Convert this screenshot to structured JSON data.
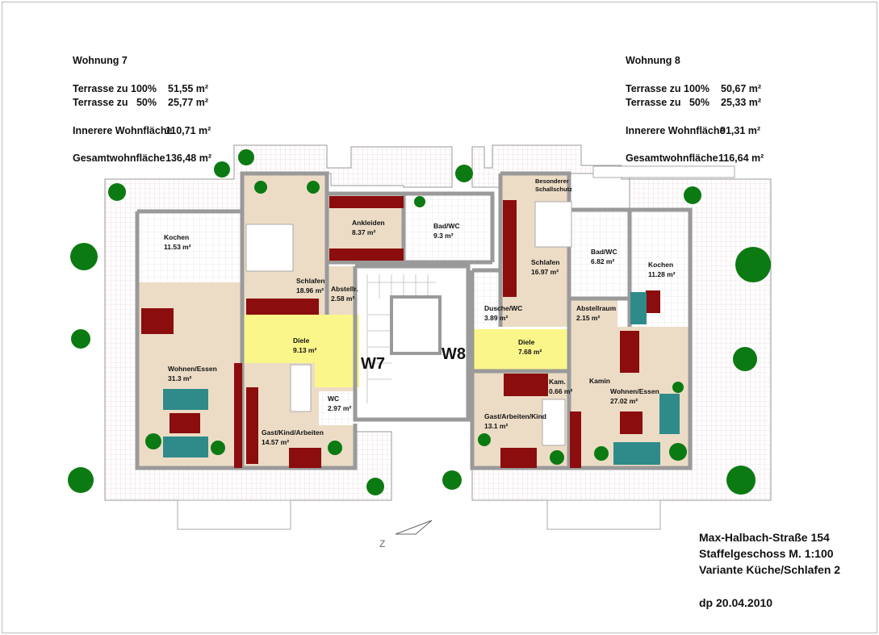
{
  "w7": {
    "title": "Wohnung 7",
    "terrace_100_label": "Terrasse zu 100%",
    "terrace_100_value": "51,55 m²",
    "terrace_50_label": "Terrasse zu   50%",
    "terrace_50_value": "25,77 m²",
    "inner_label": "Innerere Wohnfläche",
    "inner_value": "110,71 m²",
    "total_label": "Gesamtwohnfläche",
    "total_value": "136,48 m²",
    "marker": "W7",
    "rooms": [
      {
        "name": "Kochen",
        "area": "11.53 m²"
      },
      {
        "name": "Schlafen",
        "area": "18.96 m²"
      },
      {
        "name": "Ankleiden",
        "area": "8.37 m²"
      },
      {
        "name": "Bad/WC",
        "area": "9.3 m²"
      },
      {
        "name": "Abstellr.",
        "area": "2.58 m²"
      },
      {
        "name": "Diele",
        "area": "9.13 m²"
      },
      {
        "name": "Wohnen/Essen",
        "area": "31.3 m²"
      },
      {
        "name": "WC",
        "area": "2.97 m²"
      },
      {
        "name": "Gast/Kind/Arbeiten",
        "area": "14.57 m²"
      }
    ]
  },
  "w8": {
    "title": "Wohnung 8",
    "terrace_100_label": "Terrasse zu 100%",
    "terrace_100_value": "50,67 m²",
    "terrace_50_label": "Terrasse zu   50%",
    "terrace_50_value": "25,33 m²",
    "inner_label": "Innerere Wohnfläche",
    "inner_value": "91,31 m²",
    "total_label": "Gesamtwohnfläche",
    "total_value": "116,64 m²",
    "marker": "W8",
    "note": "Besonderer\nSchallschutz",
    "kamin": "Kamin",
    "rooms": [
      {
        "name": "Schlafen",
        "area": "16.97 m²"
      },
      {
        "name": "Bad/WC",
        "area": "6.82 m²"
      },
      {
        "name": "Kochen",
        "area": "11.28 m²"
      },
      {
        "name": "Dusche/WC",
        "area": "3.89 m²"
      },
      {
        "name": "Abstellraum",
        "area": "2.15 m²"
      },
      {
        "name": "Diele",
        "area": "7.68 m²"
      },
      {
        "name": "Kam.",
        "area": "0.66 m²"
      },
      {
        "name": "Gast/Arbeiten/Kind",
        "area": "13.1 m²"
      },
      {
        "name": "Wohnen/Essen",
        "area": "27.02 m²"
      }
    ]
  },
  "title_block": {
    "line1": "Max-Halbach-Straße 154",
    "line2": "Staffelgeschoss M. 1:100",
    "line3": "Variante Küche/Schlafen 2",
    "date": "dp 20.04.2010"
  },
  "colors": {
    "wall": "#9a9a9a",
    "beige": "#ecdcc6",
    "hall": "#fbf68a",
    "furniture": "#8b0d0d",
    "sofa": "#2e8b8a",
    "tree": "#0b7a12"
  }
}
